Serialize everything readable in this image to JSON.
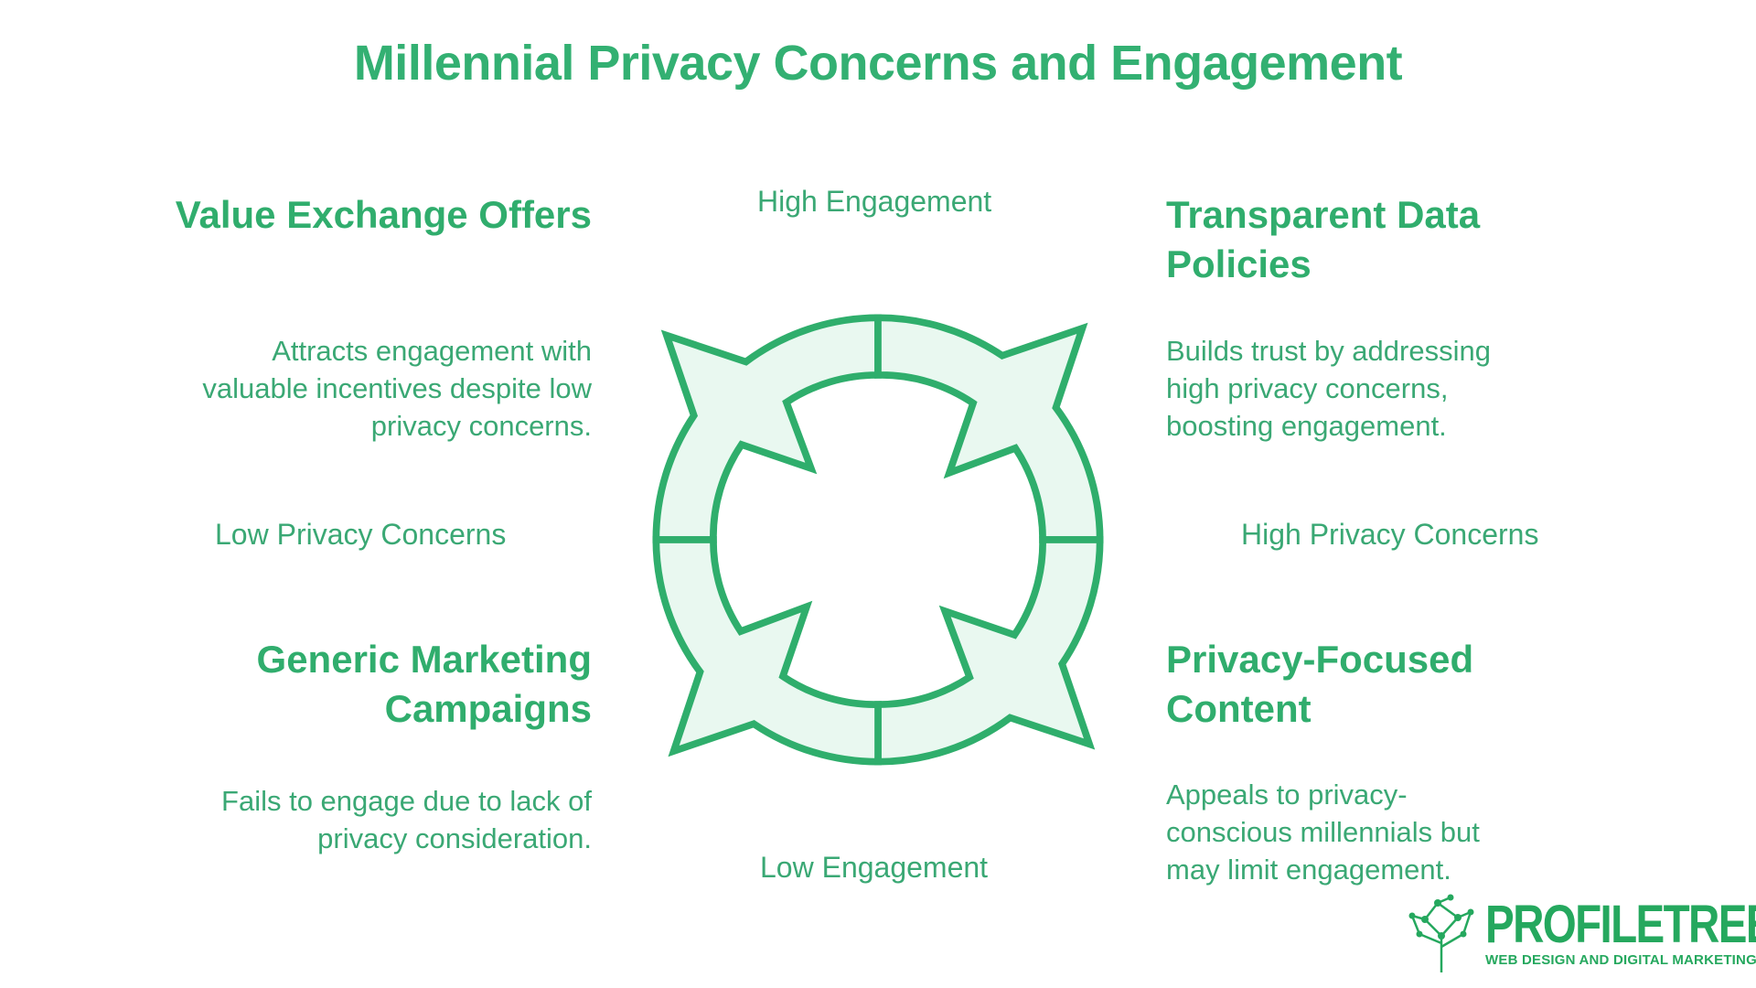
{
  "title": "Millennial Privacy Concerns and Engagement",
  "axes": {
    "top": "High Engagement",
    "bottom": "Low Engagement",
    "left": "Low Privacy Concerns",
    "right": "High Privacy Concerns"
  },
  "quadrants": {
    "top_left": {
      "title": "Value Exchange Offers",
      "description": "Attracts engagement with valuable incentives despite low privacy concerns."
    },
    "top_right": {
      "title": "Transparent Data Policies",
      "description": "Builds trust by addressing high privacy concerns, boosting engagement."
    },
    "bottom_left": {
      "title": "Generic Marketing Campaigns",
      "description": "Fails to engage due to lack of privacy consideration."
    },
    "bottom_right": {
      "title": "Privacy-Focused Content",
      "description": "Appeals to privacy-conscious millennials but may limit engagement."
    }
  },
  "logo": {
    "wordmark": "PROFILETREE",
    "tagline": "WEB DESIGN AND DIGITAL MARKETING",
    "icon": "tree-network-icon"
  },
  "colors": {
    "primary": "#2fae6c",
    "diagram_fill": "#e9f8f0",
    "text": "#3aa874"
  }
}
